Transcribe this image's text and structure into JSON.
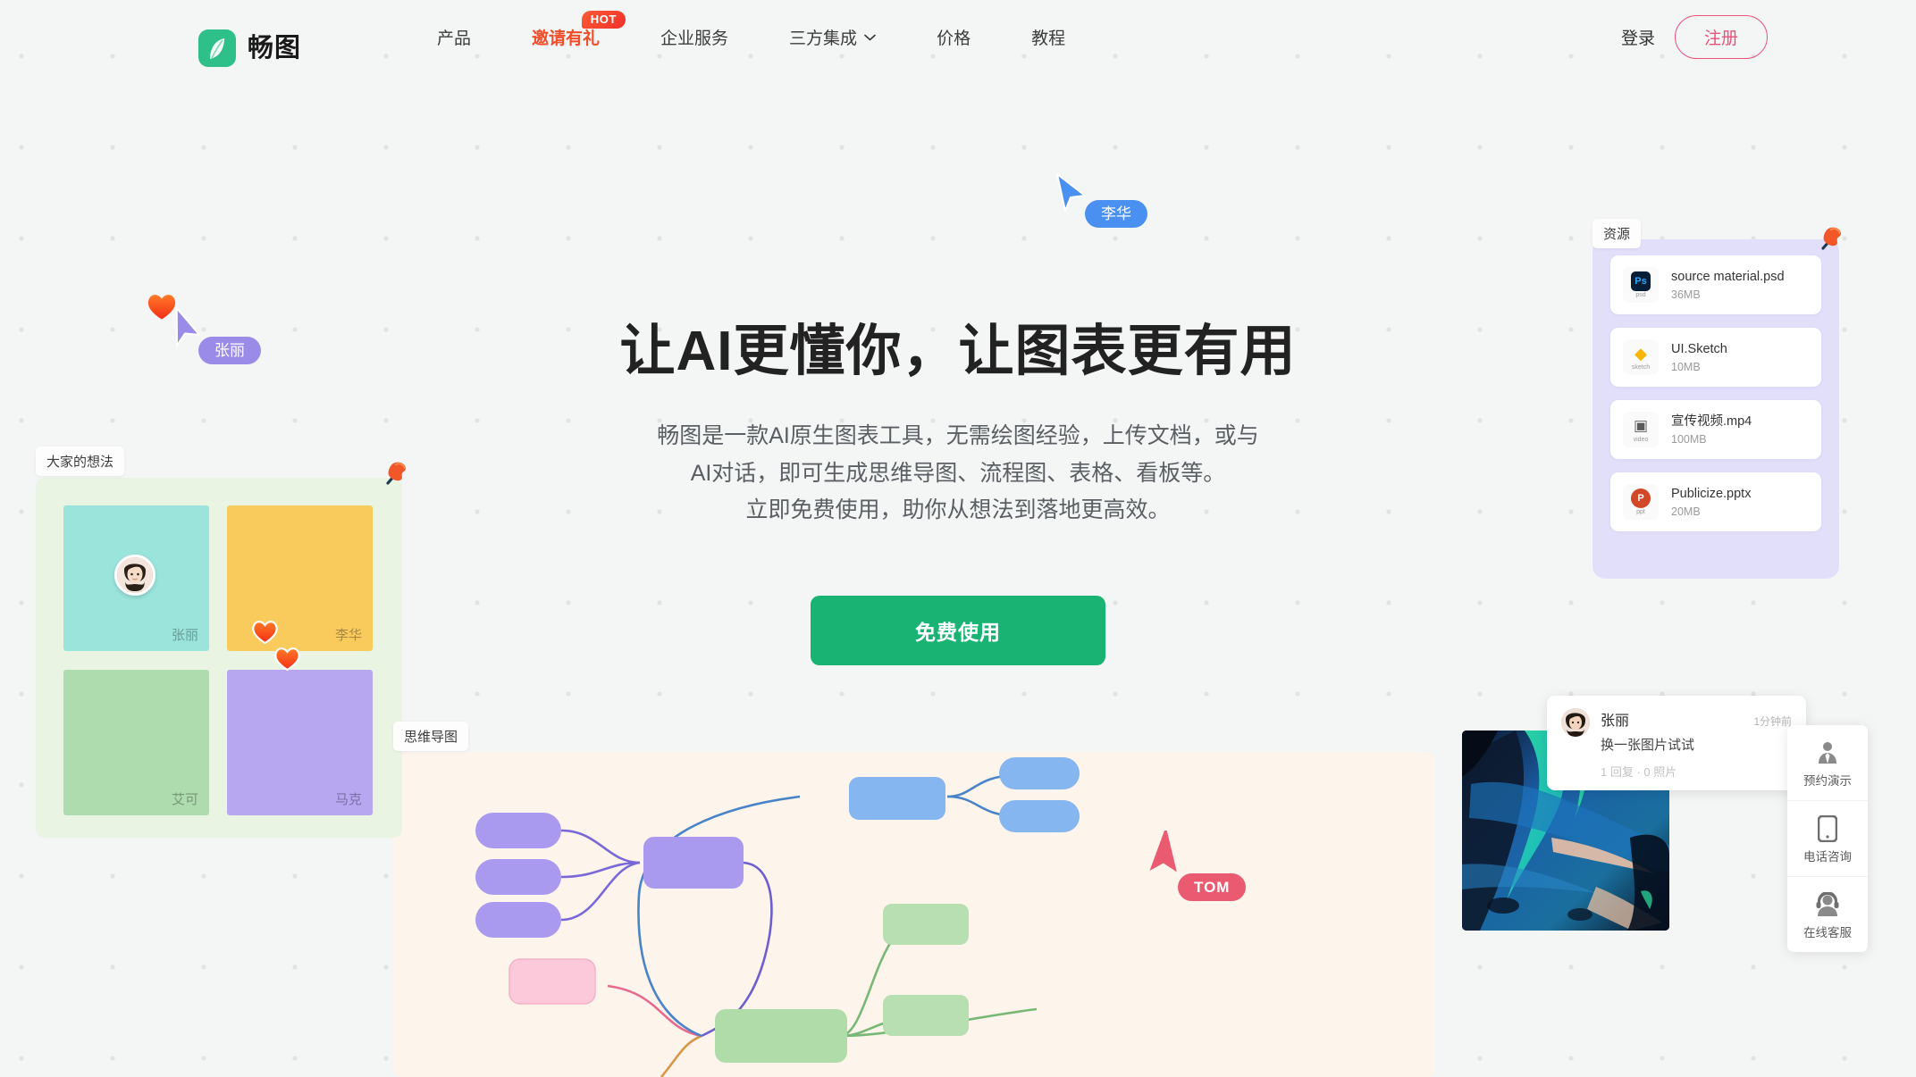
{
  "header": {
    "logo_text": "畅图",
    "logo_icon": "leaf-icon",
    "nav": [
      {
        "label": "产品",
        "hot": false
      },
      {
        "label": "邀请有礼",
        "hot": true,
        "badge": "HOT"
      },
      {
        "label": "企业服务",
        "hot": false
      },
      {
        "label": "三方集成",
        "hot": false,
        "caret": "chevron-down-icon"
      },
      {
        "label": "价格",
        "hot": false
      },
      {
        "label": "教程",
        "hot": false
      }
    ],
    "login_label": "登录",
    "signup_label": "注册",
    "accent_signup": "#e9507a",
    "accent_hot": "#f04d29"
  },
  "hero": {
    "title": "让AI更懂你，让图表更有用",
    "subtitle_lines": [
      "畅图是一款AI原生图表工具，无需绘图经验，上传文档，或与",
      "AI对话，即可生成思维导图、流程图、表格、看板等。",
      "立即免费使用，助你从想法到落地更高效。"
    ],
    "cta_label": "免费使用",
    "cta_color": "#19b373"
  },
  "kanban": {
    "chip_label": "大家的想法",
    "pin_icon": "pushpin-icon",
    "notes": [
      {
        "author": "张丽",
        "color": "#9ae4dc"
      },
      {
        "author": "李华",
        "color": "#f9cb5c"
      },
      {
        "author": "艾可",
        "color": "#aedcae"
      },
      {
        "author": "马克",
        "color": "#b7a6f0"
      }
    ],
    "reactions": [
      "heart-icon",
      "heart-icon"
    ],
    "avatar": "user-avatar"
  },
  "mindmap": {
    "chip_label": "思维导图",
    "background": "#fdf4ec",
    "node_colors": {
      "purple": "#a99af0",
      "pink": "#fbc9d9",
      "green": "#afd9a8",
      "blue": "#85b6ef"
    }
  },
  "resources": {
    "chip_label": "资源",
    "pin_icon": "pushpin-icon",
    "panel_color": "#e2dffa",
    "files": [
      {
        "name": "source material.psd",
        "size": "36MB",
        "ext": "psd",
        "glyph": "Ps",
        "glyph_bg": "#061e36",
        "glyph_fg": "#31a8ff"
      },
      {
        "name": "UI.Sketch",
        "size": "10MB",
        "ext": "sketch",
        "glyph": "◆",
        "glyph_bg": "transparent",
        "glyph_fg": "#f7b500"
      },
      {
        "name": "宣传视频.mp4",
        "size": "100MB",
        "ext": "video",
        "glyph": "▣",
        "glyph_bg": "transparent",
        "glyph_fg": "#5b5b5b"
      },
      {
        "name": "Publicize.pptx",
        "size": "20MB",
        "ext": "ppt",
        "glyph": "P",
        "glyph_bg": "#d24726",
        "glyph_fg": "#ffffff"
      }
    ]
  },
  "cursors": [
    {
      "name": "李华",
      "color": "#4a90f0",
      "arrow": "cursor-arrow-icon"
    },
    {
      "name": "张丽",
      "color": "#9b8be8",
      "arrow": "cursor-arrow-icon"
    },
    {
      "name": "TOM",
      "color": "#ea5a70",
      "arrow": "cursor-arrow-icon"
    }
  ],
  "comment": {
    "author": "张丽",
    "time": "1分钟前",
    "text": "换一张图片试试",
    "meta": "1 回复 · 0 照片",
    "avatar": "user-avatar"
  },
  "float_sidebar": [
    {
      "label": "预约演示",
      "icon": "person-tie-icon"
    },
    {
      "label": "电话咨询",
      "icon": "mobile-phone-icon"
    },
    {
      "label": "在线客服",
      "icon": "headset-support-icon"
    }
  ]
}
